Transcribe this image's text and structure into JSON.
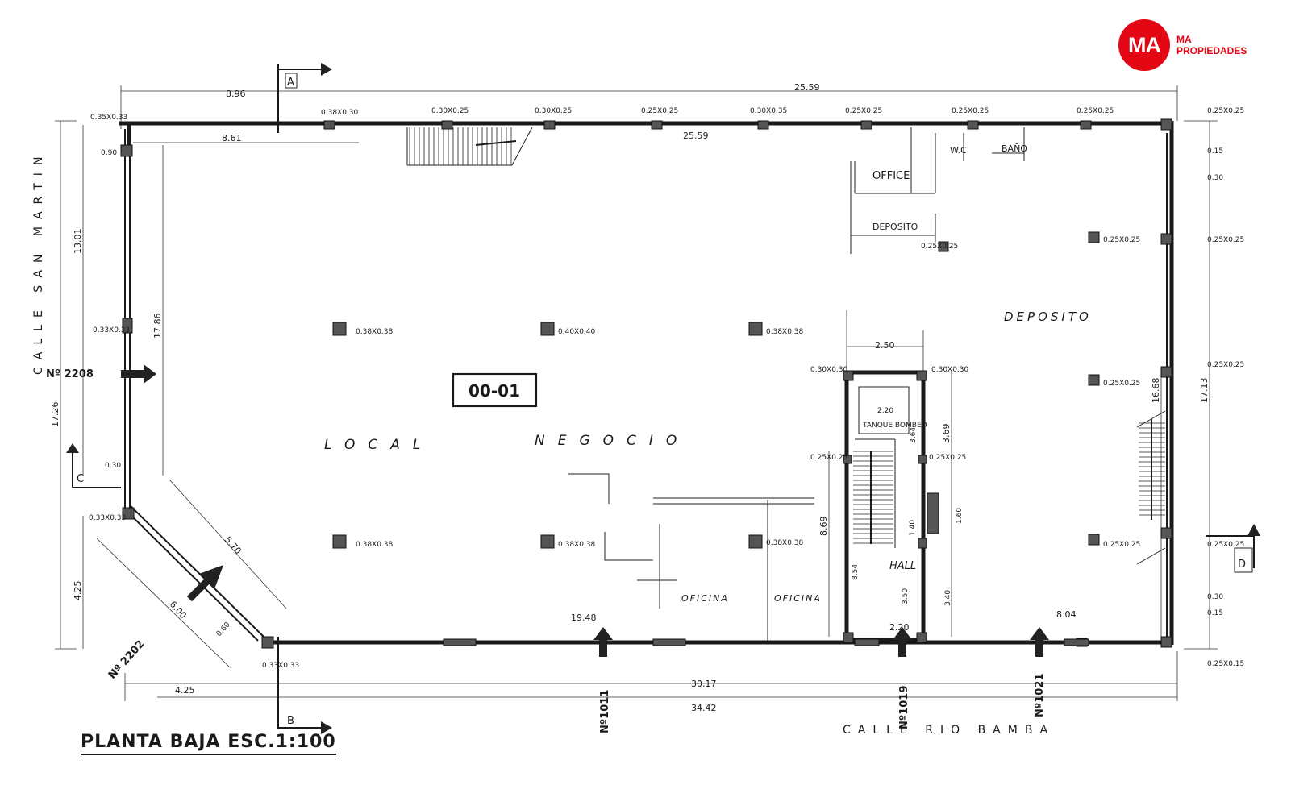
{
  "brand": {
    "logo_initials": "MA",
    "logo_line1": "MA",
    "logo_line2": "PROPIEDADES",
    "color": "#e30613"
  },
  "plan": {
    "title": "PLANTA BAJA ESC.1:100",
    "unit_code": "00-01",
    "rooms": {
      "local": "LOCAL",
      "negocio": "NEGOCIO",
      "deposito_main": "DEPOSITO",
      "deposito_small": "DEPOSITO",
      "office": "OFFICE",
      "wc": "W.C",
      "bano": "BAÑO",
      "hall": "HALL",
      "oficina_1": "OFICINA",
      "oficina_2": "OFICINA"
    },
    "streets": {
      "san_martin": "CALLE SAN MARTIN",
      "rio_bamba": "CALLE RIO BAMBA"
    },
    "street_numbers": {
      "n2208": "Nº 2208",
      "n2202": "Nº 2202",
      "n1011": "Nº1011",
      "n1019": "Nº1019",
      "n1021": "Nº1021"
    },
    "sections": {
      "a": "A",
      "b": "B",
      "c": "C",
      "d": "D"
    },
    "dimensions": {
      "d896": "8.96",
      "d2559_top": "25.59",
      "d861": "8.61",
      "d2559_inner": "25.59",
      "d1301": "13.01",
      "d1786": "17.86",
      "d1726": "17.26",
      "d425_v": "4.25",
      "d570": "5.70",
      "d600": "6.00",
      "d425_h": "4.25",
      "d1948": "19.48",
      "d3017": "30.17",
      "d3442": "34.42",
      "d804": "8.04",
      "d250": "2.50",
      "d220_top": "2.20",
      "d220_bot": "2.20",
      "d364": "3.64",
      "d369": "3.69",
      "d869": "8.69",
      "d140": "1.40",
      "d160": "1.60",
      "d854": "8.54",
      "d350": "3.50",
      "d340": "3.40",
      "d1668": "16.68",
      "d1713": "17.13",
      "d030_c": "0.30",
      "d060": "0.60"
    },
    "columns": {
      "c1": "0.35X0.33",
      "c2": "0.38X0.30",
      "c3": "0.30X0.25",
      "c4": "0.30X0.25",
      "c5": "0.25X0.25",
      "c6": "0.30X0.35",
      "c7": "0.25X0.25",
      "c8": "0.25X0.25",
      "c9": "0.25X0.25",
      "c10": "0.25X0.25",
      "c11": "0.38X0.38",
      "c12": "0.40X0.40",
      "c13": "0.38X0.38",
      "c14": "0.25X0.25",
      "c15": "0.25X0.25",
      "c16": "0.25X0.25",
      "c17": "0.25X0.25",
      "c18": "0.38X0.38",
      "c19": "0.38X0.38",
      "c20": "0.38X0.38",
      "c21": "0.25X0.25",
      "c22": "0.25X0.25",
      "c23": "0.25X0.15",
      "c24": "0.33X0.33",
      "c25": "0.33X0.33",
      "c26": "0.33X0.33",
      "c27": "0.30X0.30",
      "c28": "0.30X0.30",
      "c29": "0.25X0.25",
      "c30": "0.25X0.25",
      "c31": "0.25X0.25"
    },
    "notes": {
      "tanque": "TANQUE BOMBEO",
      "n090": "0.90",
      "n015": "0.15",
      "n030_r": "0.30",
      "n030_r2": "0.30",
      "n015_r2": "0.15"
    }
  }
}
